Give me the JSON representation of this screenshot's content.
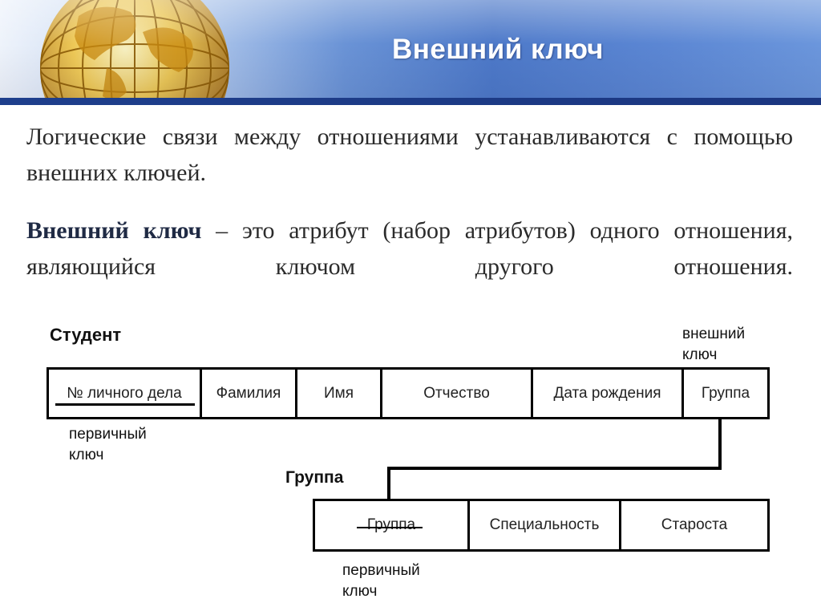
{
  "slide": {
    "title": "Внешний ключ",
    "paragraph1": "Логические связи между отношениями устанавливаются с помощью внешних ключей.",
    "paragraph2_bold": "Внешний ключ",
    "paragraph2_rest": " – это атрибут (набор атрибутов) одного отношения, являющийся ключом другого отношения."
  },
  "diagram": {
    "student": {
      "name": "Студент",
      "fields": [
        "№ личного дела",
        "Фамилия",
        "Имя",
        "Отчество",
        "Дата рождения",
        "Группа"
      ],
      "pk_note": "первичный ключ",
      "fk_note": "внешний ключ"
    },
    "group": {
      "name": "Группа",
      "fields": [
        "Группа",
        "Специальность",
        "Староста"
      ],
      "pk_note": "первичный ключ"
    }
  },
  "colors": {
    "header_blue": "#4d79c9",
    "header_bar": "#1e3f8c",
    "globe_gold": "#d9a21b"
  }
}
